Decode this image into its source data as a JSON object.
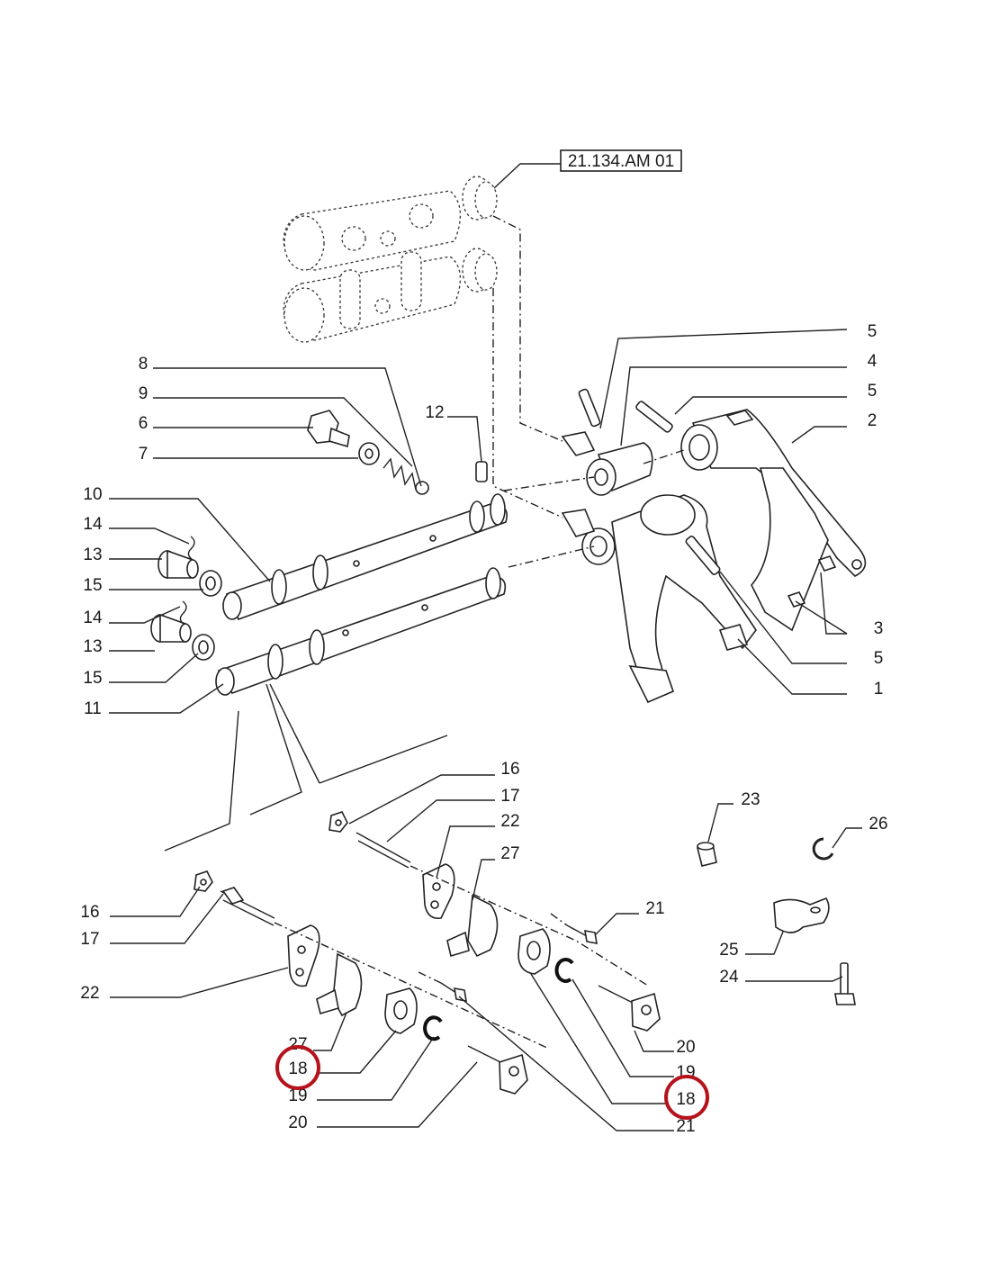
{
  "reference": "21.134.AM 01",
  "highlight_color": "#b5121b",
  "callouts": {
    "c1": "1",
    "c2": "2",
    "c3": "3",
    "c4": "4",
    "c5a": "5",
    "c5b": "5",
    "c5c": "5",
    "c6": "6",
    "c7": "7",
    "c8": "8",
    "c9": "9",
    "c10": "10",
    "c11": "11",
    "c12": "12",
    "c13a": "13",
    "c13b": "13",
    "c14a": "14",
    "c14b": "14",
    "c15a": "15",
    "c15b": "15",
    "c16a": "16",
    "c16b": "16",
    "c17a": "17",
    "c17b": "17",
    "c18a": "18",
    "c18b": "18",
    "c19a": "19",
    "c19b": "19",
    "c20a": "20",
    "c20b": "20",
    "c21a": "21",
    "c21b": "21",
    "c22a": "22",
    "c22b": "22",
    "c23": "23",
    "c24": "24",
    "c25": "25",
    "c26": "26",
    "c27a": "27",
    "c27b": "27"
  }
}
